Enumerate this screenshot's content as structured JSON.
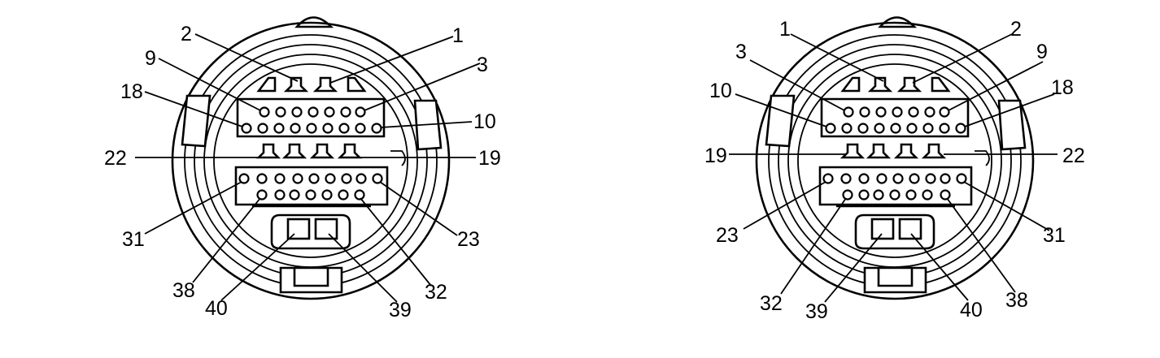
{
  "diagram": {
    "connectors": [
      {
        "view": "left",
        "labels": {
          "p1": "1",
          "p2": "2",
          "p3": "3",
          "p9": "9",
          "p10": "10",
          "p18": "18",
          "p19": "19",
          "p22": "22",
          "p23": "23",
          "p31": "31",
          "p32": "32",
          "p38": "38",
          "p39": "39",
          "p40": "40"
        }
      },
      {
        "view": "right",
        "labels": {
          "p1": "1",
          "p2": "2",
          "p3": "3",
          "p9": "9",
          "p10": "10",
          "p18": "18",
          "p19": "19",
          "p22": "22",
          "p23": "23",
          "p31": "31",
          "p32": "32",
          "p38": "38",
          "p39": "39",
          "p40": "40"
        }
      }
    ]
  }
}
